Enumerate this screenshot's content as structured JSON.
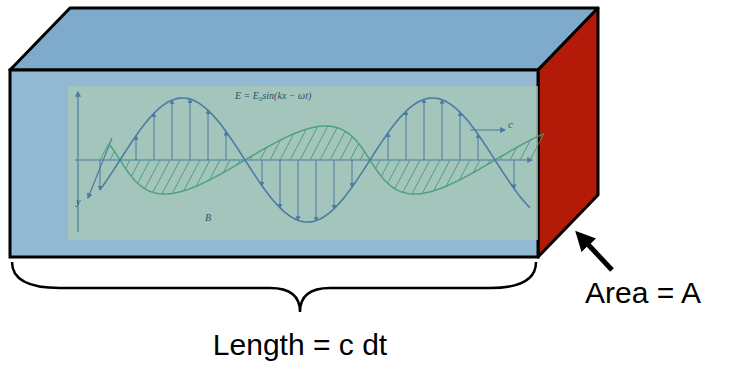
{
  "diagram": {
    "labels": [
      "E = E₀sin(kx − ωt)",
      "c",
      "y",
      "B",
      "Length = c dt",
      "Area = A"
    ]
  }
}
